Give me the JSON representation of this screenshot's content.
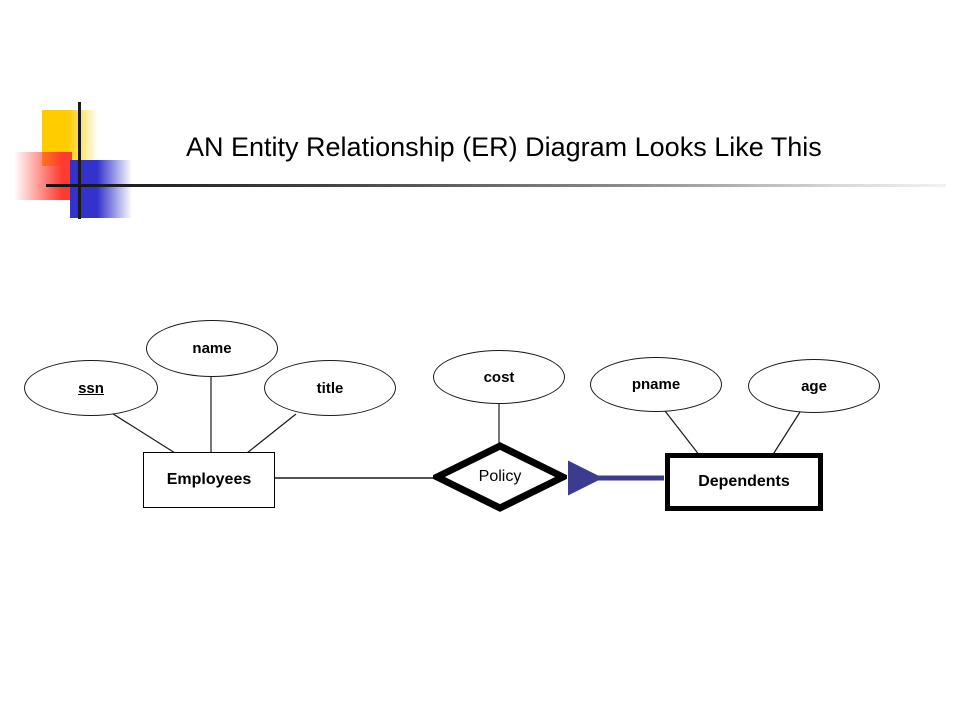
{
  "slide": {
    "title": "AN Entity Relationship (ER) Diagram Looks Like This",
    "background_color": "#ffffff",
    "decoration": {
      "yellow_color": "#FFCC00",
      "red_color": "#FF3B30",
      "blue_color": "#3333CC",
      "rule_color": "#111111"
    }
  },
  "diagram": {
    "type": "entity-relationship",
    "line_color": "#1a1a1a",
    "arrow_color": "#3b3b8f",
    "entities": [
      {
        "id": "employees",
        "label": "Employees",
        "weak": false
      },
      {
        "id": "dependents",
        "label": "Dependents",
        "weak": true
      }
    ],
    "relationships": [
      {
        "id": "policy",
        "label": "Policy",
        "identifying": true
      }
    ],
    "attributes": [
      {
        "id": "ssn",
        "label": "ssn",
        "owner": "employees",
        "key": true
      },
      {
        "id": "name",
        "label": "name",
        "owner": "employees",
        "key": false
      },
      {
        "id": "title",
        "label": "title",
        "owner": "employees",
        "key": false
      },
      {
        "id": "cost",
        "label": "cost",
        "owner": "policy",
        "key": false
      },
      {
        "id": "pname",
        "label": "pname",
        "owner": "dependents",
        "key": false
      },
      {
        "id": "age",
        "label": "age",
        "owner": "dependents",
        "key": false
      }
    ],
    "edges": [
      {
        "from": "ssn",
        "to": "employees",
        "style": "plain"
      },
      {
        "from": "name",
        "to": "employees",
        "style": "plain"
      },
      {
        "from": "title",
        "to": "employees",
        "style": "plain"
      },
      {
        "from": "cost",
        "to": "policy",
        "style": "plain"
      },
      {
        "from": "pname",
        "to": "dependents",
        "style": "plain"
      },
      {
        "from": "age",
        "to": "dependents",
        "style": "plain"
      },
      {
        "from": "employees",
        "to": "policy",
        "style": "plain"
      },
      {
        "from": "dependents",
        "to": "policy",
        "style": "arrow"
      }
    ]
  }
}
